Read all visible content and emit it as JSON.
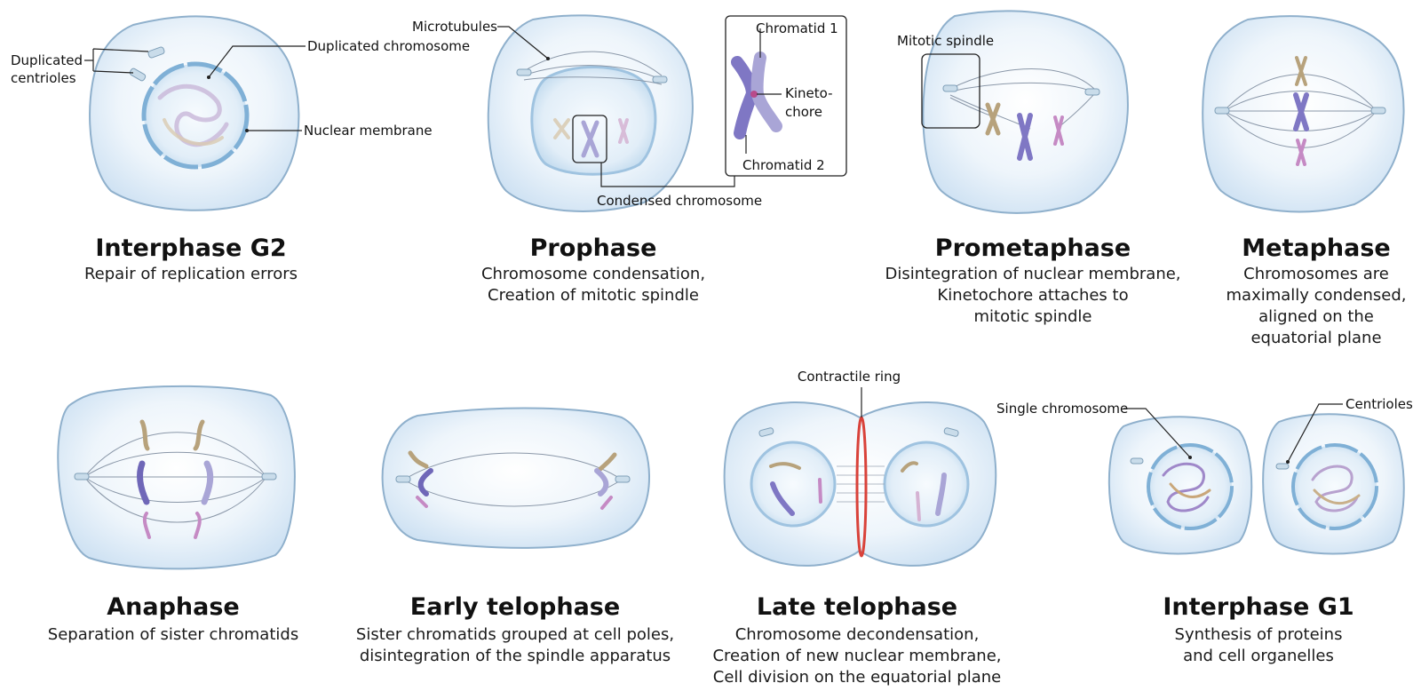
{
  "colors": {
    "cell_fill": "#e4f0fa",
    "cell_stroke": "#8fb0cc",
    "nucleus_fill": "#dbe9f6",
    "nucleus_stroke": "#7fb0d6",
    "microtubule": "#8a97a8",
    "contractile_ring": "#d9423a",
    "chrom_purple": "#7f77c4",
    "chrom_tan": "#b7a27c",
    "chrom_pink": "#c58ac4"
  },
  "stages": [
    {
      "title": "Interphase G2",
      "desc": [
        "Repair of replication errors"
      ]
    },
    {
      "title": "Prophase",
      "desc": [
        "Chromosome condensation,",
        "Creation of mitotic spindle"
      ]
    },
    {
      "title": "Prometaphase",
      "desc": [
        "Disintegration of nuclear membrane,",
        "Kinetochore attaches to",
        "mitotic spindle"
      ]
    },
    {
      "title": "Metaphase",
      "desc": [
        "Chromosomes are",
        "maximally condensed,",
        "aligned on the",
        "equatorial plane"
      ]
    },
    {
      "title": "Anaphase",
      "desc": [
        "Separation of sister chromatids"
      ]
    },
    {
      "title": "Early telophase",
      "desc": [
        "Sister chromatids grouped at cell poles,",
        "disintegration of the spindle apparatus"
      ]
    },
    {
      "title": "Late telophase",
      "desc": [
        "Chromosome decondensation,",
        "Creation of new nuclear membrane,",
        "Cell division on the equatorial plane"
      ]
    },
    {
      "title": "Interphase G1",
      "desc": [
        "Synthesis of proteins",
        "and cell organelles"
      ]
    }
  ],
  "callouts": {
    "duplicated_centrioles": [
      "Duplicated",
      "centrioles"
    ],
    "duplicated_chromosome": "Duplicated chromosome",
    "nuclear_membrane": "Nuclear membrane",
    "microtubules": "Microtubules",
    "chromatid_1": "Chromatid 1",
    "kinetochore": [
      "Kineto-",
      "chore"
    ],
    "chromatid_2": "Chromatid 2",
    "condensed_chromosome": "Condensed chromosome",
    "mitotic_spindle": "Mitotic spindle",
    "contractile_ring": "Contractile ring",
    "single_chromosome": "Single chromosome",
    "centrioles": "Centrioles"
  }
}
